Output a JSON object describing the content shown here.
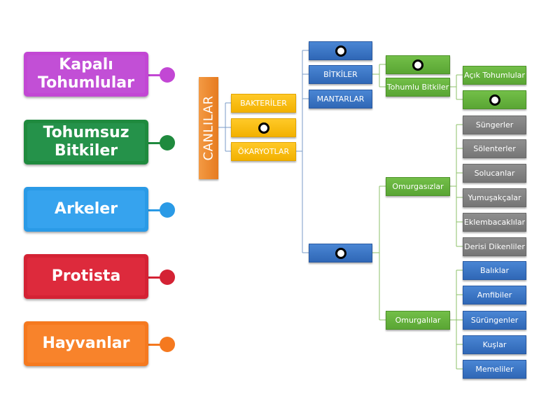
{
  "labels": [
    {
      "text": "Kapalı\nTohumlular",
      "color": "#c247d4"
    },
    {
      "text": "Tohumsuz\nBitkiler",
      "color": "#1f8a3e"
    },
    {
      "text": "Arkeler",
      "color": "#2a9ae6"
    },
    {
      "text": "Protista",
      "color": "#d42234"
    },
    {
      "text": "Hayvanlar",
      "color": "#f5791f"
    }
  ],
  "tree": {
    "root": "CANLILAR",
    "level1": [
      "BAKTERİLER",
      "",
      "ÖKARYOTLAR"
    ],
    "eukaryotes": [
      "",
      "BİTKİLER",
      "MANTARLAR",
      ""
    ],
    "plants": [
      "",
      "Tohumlu Bitkiler"
    ],
    "seed_plants": [
      "Açık Tohumlular",
      ""
    ],
    "animals": [
      "Omurgasızlar",
      "Omurgalılar"
    ],
    "invertebrates": [
      "Süngerler",
      "Sölenterler",
      "Solucanlar",
      "Yumuşakçalar",
      "Eklembacaklılar",
      "Derisi Dikenliler"
    ],
    "vertebrates": [
      "Balıklar",
      "Amfibiler",
      "Sürüngenler",
      "Kuşlar",
      "Memeliler"
    ]
  }
}
